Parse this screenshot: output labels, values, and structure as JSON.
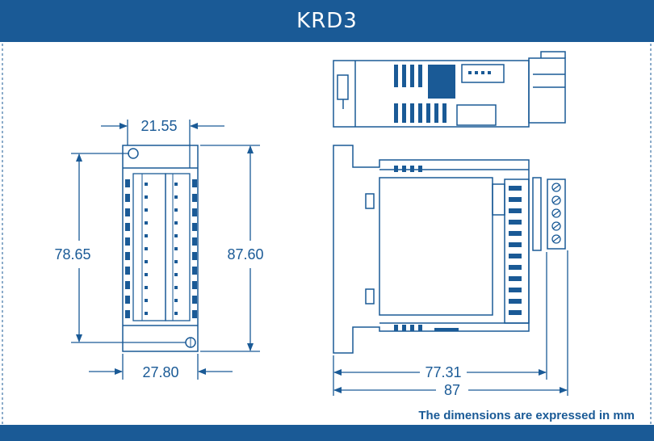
{
  "title": "KRD3",
  "dimensions": {
    "front_top_width": "21.55",
    "front_height_inner": "78.65",
    "front_height_outer": "87.60",
    "front_bottom_width": "27.80",
    "side_depth_inner": "77.31",
    "side_depth_outer": "87"
  },
  "note": "The dimensions are expressed in mm",
  "colors": {
    "brand": "#1a5a96",
    "line": "#1a5a96",
    "background": "#ffffff"
  }
}
